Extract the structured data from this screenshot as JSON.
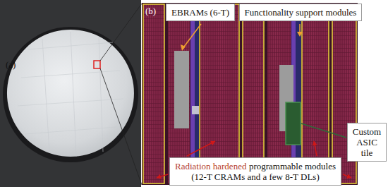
{
  "diagram": {
    "nodes": [
      {
        "text": [
          "EBRAMs (6-T)"
        ]
      },
      {
        "text": [
          "Functionality support modules"
        ]
      },
      {
        "text": [
          "Custom ASIC tile"
        ]
      },
      {
        "text": [
          "Radiation hardened",
          "programmable modules",
          "(12-T CRAMs and a few 8-T DLs)"
        ]
      }
    ],
    "labels": [
      "(a)",
      "(b)"
    ]
  }
}
